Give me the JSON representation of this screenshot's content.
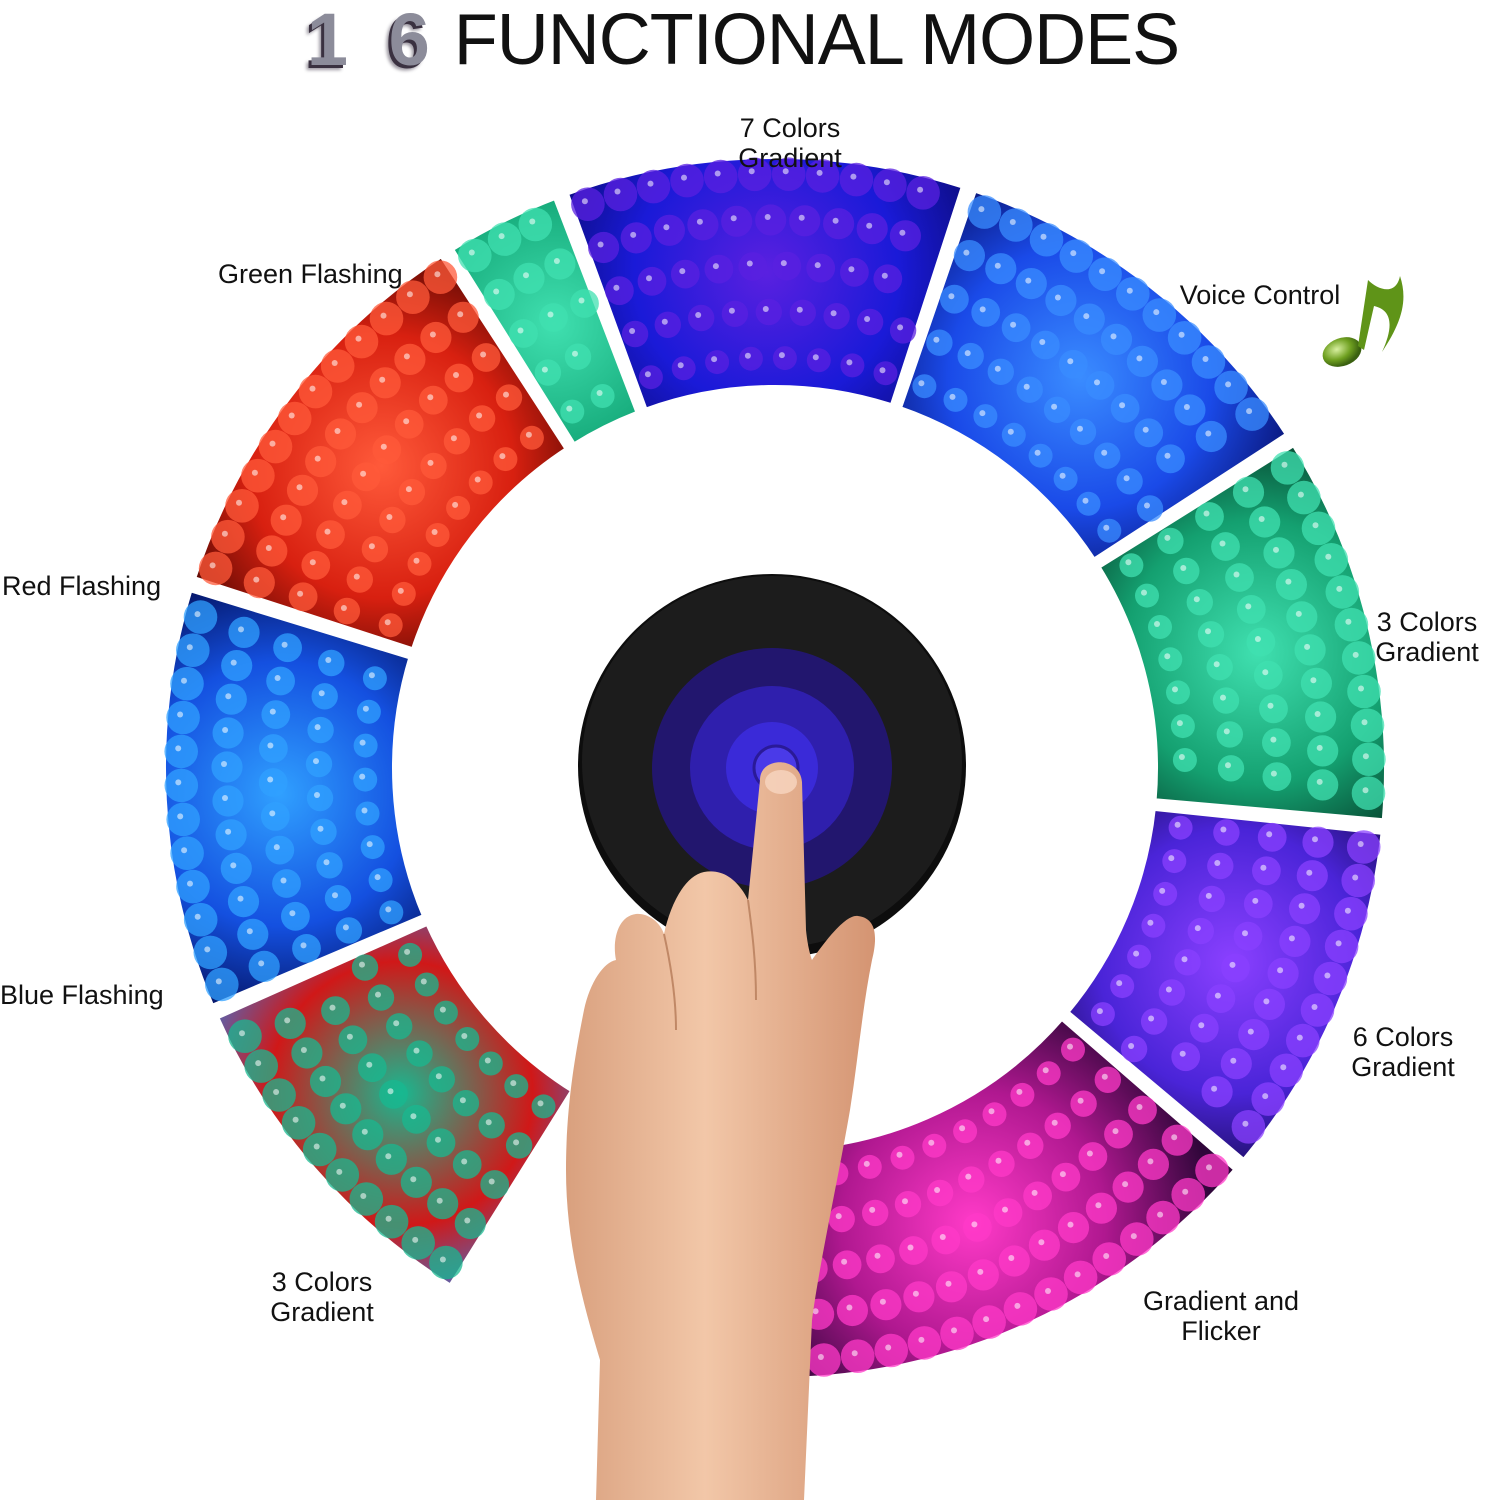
{
  "title": {
    "number": "1 6",
    "text": "FUNCTIONAL MODES"
  },
  "center_light_color": "#3a1fd0",
  "modes": [
    {
      "line1": "7 Colors",
      "line2": "Gradient",
      "colors": [
        "#1a1ad8",
        "#5a20e0",
        "#0a0a70"
      ]
    },
    {
      "line1": "Voice Control",
      "line2": "",
      "colors": [
        "#1a4ae8",
        "#3a8cff",
        "#060a60"
      ]
    },
    {
      "line1": "3 Colors",
      "line2": "Gradient",
      "colors": [
        "#14a070",
        "#40e0b0",
        "#043020"
      ]
    },
    {
      "line1": "6 Colors",
      "line2": "Gradient",
      "colors": [
        "#4a24d8",
        "#8a40ff",
        "#100640"
      ]
    },
    {
      "line1": "Gradient and",
      "line2": "Flicker",
      "colors": [
        "#b01890",
        "#ff3ac8",
        "#30063a"
      ]
    },
    {
      "line1": "3 Colors",
      "line2": "Gradient",
      "colors": [
        "#d01818",
        "#18b890",
        "#1a8aff"
      ]
    },
    {
      "line1": "Blue Flashing",
      "line2": "",
      "colors": [
        "#1450e0",
        "#30a0ff",
        "#020a50"
      ]
    },
    {
      "line1": "Red Flashing",
      "line2": "",
      "colors": [
        "#d82010",
        "#ff5a3a",
        "#400400"
      ]
    },
    {
      "line1": "Green Flashing",
      "line2": "",
      "colors": [
        "#14a878",
        "#40e0b0",
        "#032818"
      ]
    }
  ],
  "icons": {
    "music_note": "green-music-note-icon",
    "hand": "pointing-hand-icon"
  },
  "accent_colors": {
    "note": "#6fa020",
    "wheel_gap": "#ffffff",
    "puck": "#161616",
    "skin": "#e8b898"
  }
}
